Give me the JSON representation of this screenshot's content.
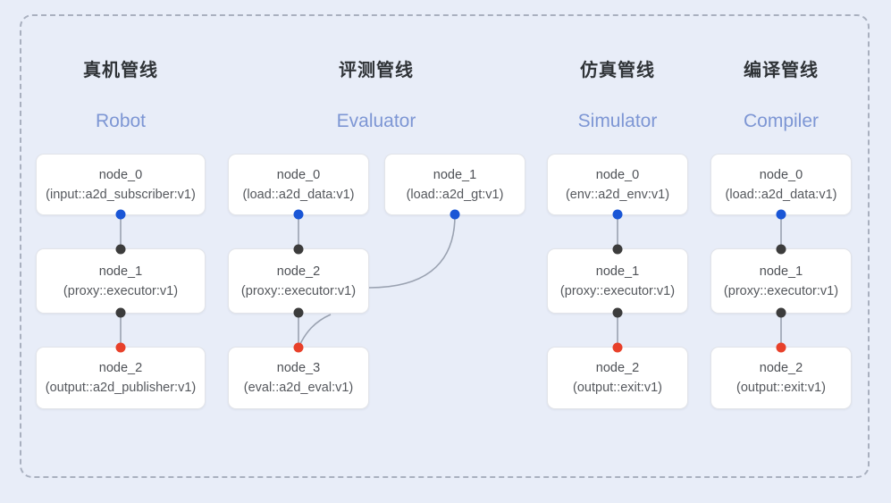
{
  "panel": {
    "border_style": "dashed",
    "border_color": "#a9b0bf",
    "background": "#e8edf8"
  },
  "colors": {
    "background": "#e8edf8",
    "card_background": "#ffffff",
    "card_border": "#e2e4e9",
    "title_cn": "#2f3337",
    "title_en": "#7d96d4",
    "port_blue": "#1a56d6",
    "port_black": "#3c3c3c",
    "port_red": "#e8402a",
    "edge": "#9aa2b1"
  },
  "columns": [
    {
      "id": "robot",
      "title_cn": "真机管线",
      "title_en": "Robot",
      "nodes": [
        {
          "name": "node_0",
          "type": "(input::a2d_subscriber:v1)"
        },
        {
          "name": "node_1",
          "type": "(proxy::executor:v1)"
        },
        {
          "name": "node_2",
          "type": "(output::a2d_publisher:v1)"
        }
      ]
    },
    {
      "id": "evaluator",
      "title_cn": "评测管线",
      "title_en": "Evaluator",
      "nodes": [
        {
          "name": "node_0",
          "type": "(load::a2d_data:v1)"
        },
        {
          "name": "node_1",
          "type": "(load::a2d_gt:v1)"
        },
        {
          "name": "node_2",
          "type": "(proxy::executor:v1)"
        },
        {
          "name": "node_3",
          "type": "(eval::a2d_eval:v1)"
        }
      ]
    },
    {
      "id": "simulator",
      "title_cn": "仿真管线",
      "title_en": "Simulator",
      "nodes": [
        {
          "name": "node_0",
          "type": "(env::a2d_env:v1)"
        },
        {
          "name": "node_1",
          "type": "(proxy::executor:v1)"
        },
        {
          "name": "node_2",
          "type": "(output::exit:v1)"
        }
      ]
    },
    {
      "id": "compiler",
      "title_cn": "编译管线",
      "title_en": "Compiler",
      "nodes": [
        {
          "name": "node_0",
          "type": "(load::a2d_data:v1)"
        },
        {
          "name": "node_1",
          "type": "(proxy::executor:v1)"
        },
        {
          "name": "node_2",
          "type": "(output::exit:v1)"
        }
      ]
    }
  ]
}
